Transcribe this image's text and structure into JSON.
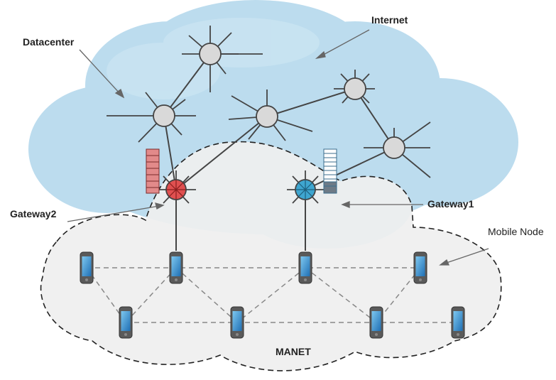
{
  "labels": {
    "internet": "Internet",
    "datacenter": "Datacenter",
    "gateway2": "Gateway2",
    "gateway1": "Gateway1",
    "mobile_node": "Mobile Node",
    "manet": "MANET"
  },
  "colors": {
    "cloud_fill": "#bcdcee",
    "cloud_edge": "#a9cfe6",
    "manet_fill": "#efefef",
    "node_fill": "#d9d9d9",
    "gateway2_fill": "#e05050",
    "gateway1_fill": "#3ea6d0",
    "queue2_fill": "#e28a8a",
    "queue1_fill": "#ffffff",
    "link": "#444444",
    "manet_link": "#888888"
  },
  "icons": {
    "router": "star-router-icon",
    "phone": "smartphone-icon",
    "queue": "buffer-queue-icon"
  }
}
